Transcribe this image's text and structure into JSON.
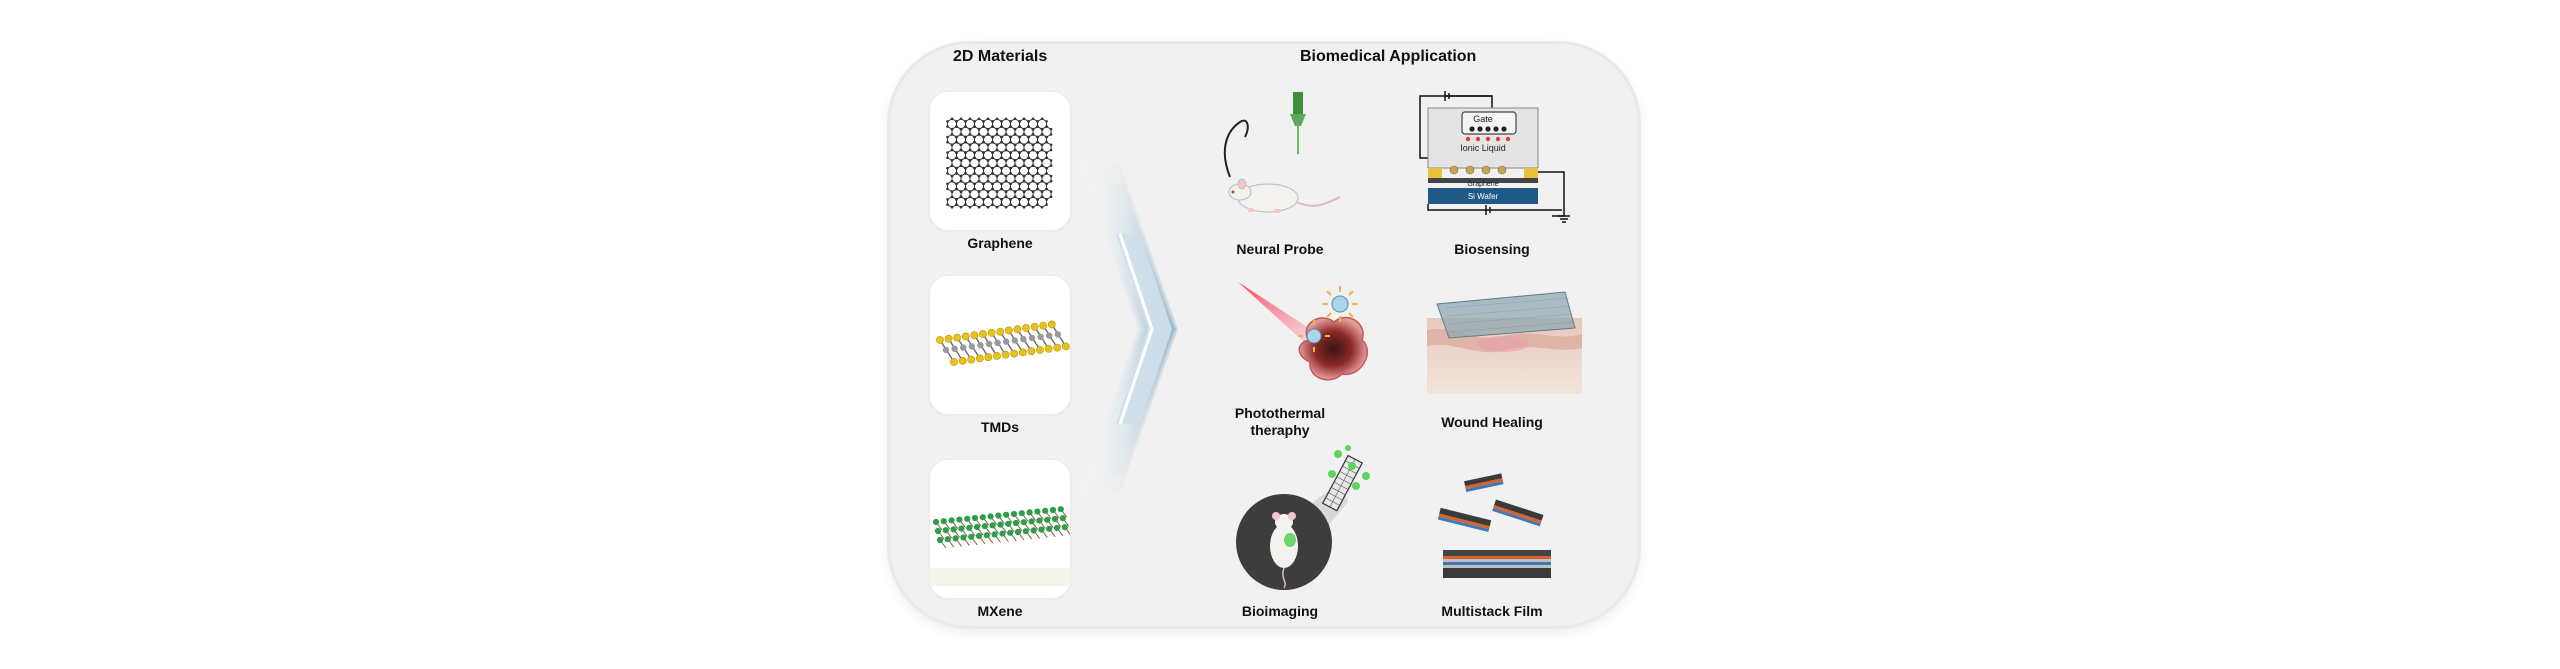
{
  "headers": {
    "materials": "2D Materials",
    "applications": "Biomedical Application"
  },
  "materials": [
    {
      "label": "Graphene"
    },
    {
      "label": "TMDs"
    },
    {
      "label": "MXene"
    }
  ],
  "applications": {
    "neural_probe": "Neural Probe",
    "biosensing": "Biosensing",
    "photothermal_line1": "Photothermal",
    "photothermal_line2": "theraphy",
    "wound_healing": "Wound Healing",
    "bioimaging": "Bioimaging",
    "multistack_film": "Multistack Film"
  },
  "biosensor_diagram": {
    "gate": "Gate",
    "ionic_liquid": "Ionic Liquid",
    "graphene": "Graphene",
    "si_wafer": "Si Wafer"
  },
  "colors": {
    "background": "#f1f1f1",
    "graphene_lattice": "#333333",
    "tmd_yellow": "#e6c21a",
    "mxene_green": "#2e9c4a",
    "si_wafer_blue": "#1f5a86",
    "laser_red": "#e0203a",
    "fluorescence_green": "#5fd35f",
    "film_orange": "#d9622b",
    "film_blue": "#3f79b5"
  }
}
